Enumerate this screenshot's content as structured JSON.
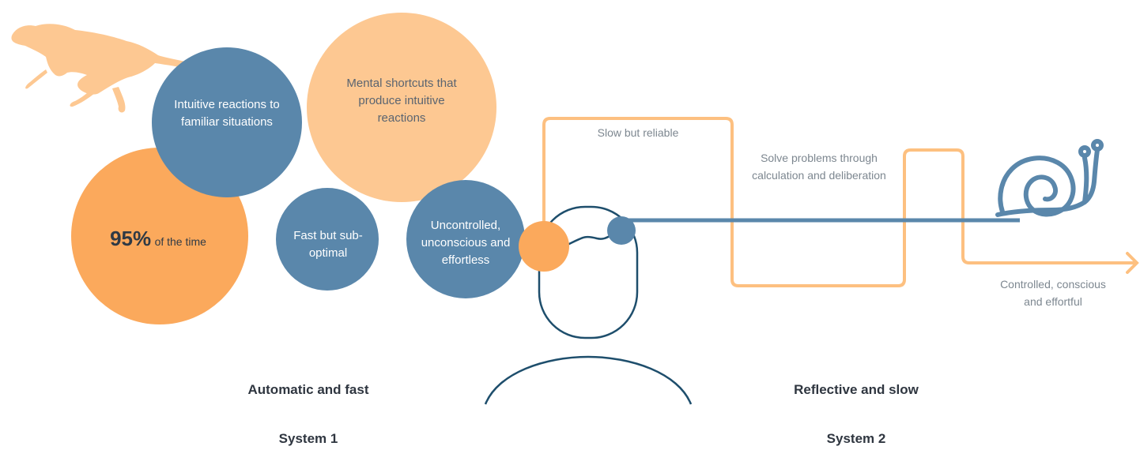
{
  "colors": {
    "orange": "#FBA95C",
    "peach": "#FDC892",
    "blue": "#5A87AB",
    "dark_blue": "#1E4E6C",
    "text_dark": "#2F3640"
  },
  "icons": {
    "left": "cheetah-icon",
    "right": "snail-icon"
  },
  "system1": {
    "circles": {
      "intuitive": "Intuitive reactions to familiar situations",
      "shortcuts": "Mental shortcuts that produce intuitive reactions",
      "percent_value": "95%",
      "percent_suffix": "of the time",
      "fast": "Fast but sub-optimal",
      "uncontrolled": "Uncontrolled, unconscious and effortless"
    },
    "heading": "Automatic and fast",
    "title": "System 1"
  },
  "system2": {
    "slow_reliable": "Slow but reliable",
    "solve": "Solve problems through calculation and deliberation",
    "controlled": "Controlled, conscious and effortful",
    "heading": "Reflective and slow",
    "title": "System 2"
  }
}
